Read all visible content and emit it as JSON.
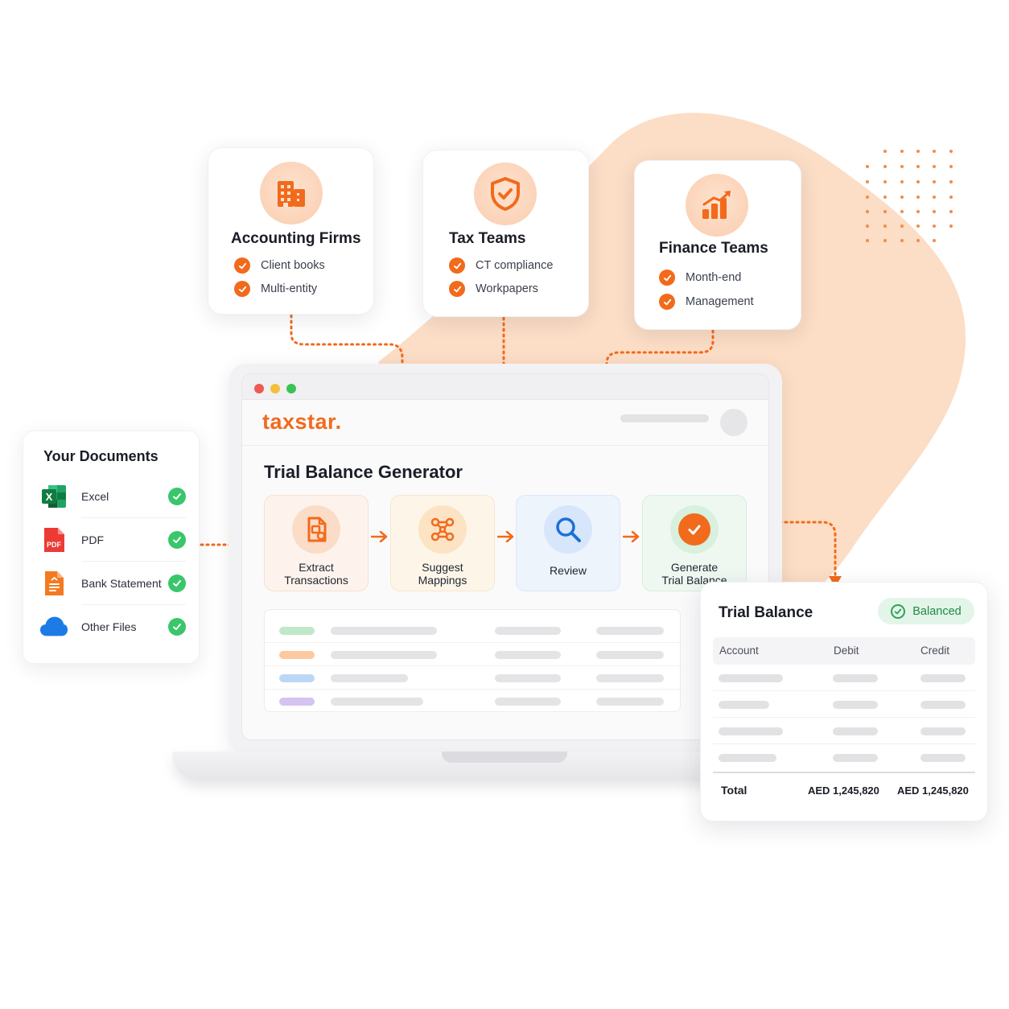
{
  "personas": [
    {
      "title": "Accounting Firms",
      "icon": "building-icon",
      "items": [
        "Client books",
        "Multi-entity"
      ]
    },
    {
      "title": "Tax Teams",
      "icon": "shield-check-icon",
      "items": [
        "CT compliance",
        "Workpapers"
      ]
    },
    {
      "title": "Finance Teams",
      "icon": "bar-chart-growth-icon",
      "items": [
        "Month-end",
        "Management"
      ]
    }
  ],
  "app": {
    "brand": "taxstar.",
    "title": "Trial Balance Generator",
    "steps": [
      {
        "label": "Extract\nTransactions",
        "icon": "document-extract-icon"
      },
      {
        "label": "Suggest\nMappings",
        "icon": "network-nodes-icon"
      },
      {
        "label": "Review",
        "icon": "magnifier-icon"
      },
      {
        "label": "Generate\nTrial Balance",
        "icon": "check-circle-icon"
      }
    ]
  },
  "documents": {
    "title": "Your Documents",
    "items": [
      {
        "label": "Excel",
        "icon": "excel-icon"
      },
      {
        "label": "PDF",
        "icon": "pdf-icon",
        "icon_text": "PDF"
      },
      {
        "label": "Bank Statement",
        "icon": "bank-statement-icon"
      },
      {
        "label": "Other Files",
        "icon": "cloud-icon"
      }
    ],
    "excel_letter": "X"
  },
  "trial_balance": {
    "title": "Trial Balance",
    "status": "Balanced",
    "columns": [
      "Account",
      "Debit",
      "Credit"
    ],
    "total_label": "Total",
    "total_debit": "AED 1,245,820",
    "total_credit": "AED 1,245,820"
  },
  "colors": {
    "accent": "#f26a1b",
    "peach": "#fcd9bf",
    "success": "#3ac66b"
  }
}
